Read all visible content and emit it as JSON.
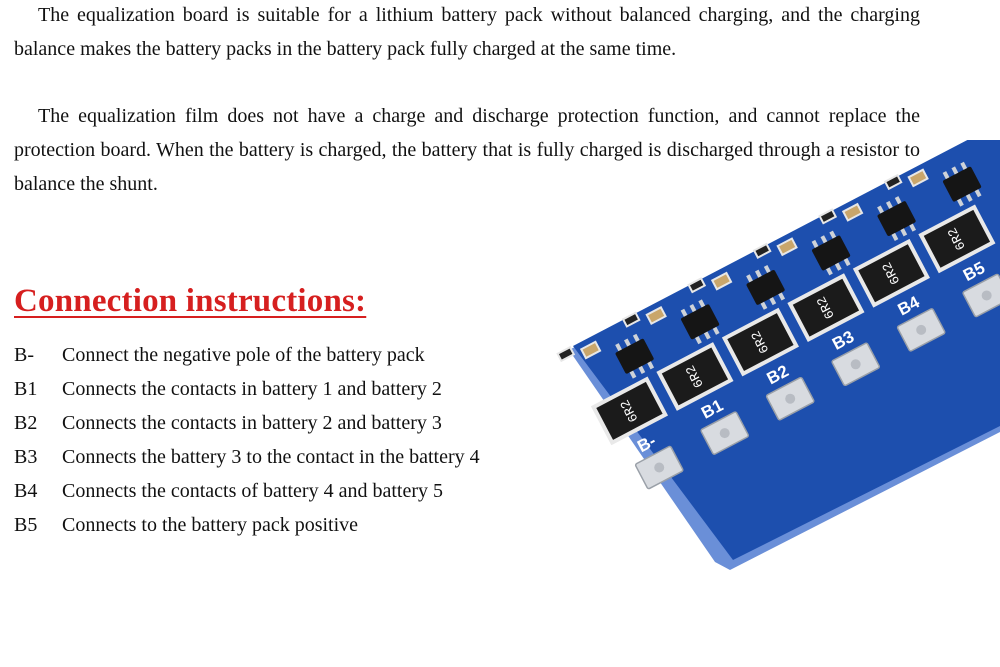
{
  "paragraphs": [
    "The equalization board is suitable for a lithium battery pack without balanced charging, and the charging balance makes the battery packs in the battery pack fully charged at the same time.",
    "The equalization film does not have a charge and discharge protection function, and cannot replace the protection board. When the battery is charged, the battery that is fully charged is discharged through a resistor to balance the shunt."
  ],
  "heading": "Connection instructions:",
  "instructions": [
    {
      "pin": "B-",
      "text": "Connect the negative pole of the battery pack"
    },
    {
      "pin": "B1",
      "text": "Connects the contacts in battery 1 and battery 2"
    },
    {
      "pin": "B2",
      "text": "Connects the contacts in battery 2 and battery 3"
    },
    {
      "pin": "B3",
      "text": "Connects the battery 3 to the contact in the battery 4"
    },
    {
      "pin": "B4",
      "text": "Connects the contacts of battery 4 and battery 5"
    },
    {
      "pin": "B5",
      "text": "Connects to the battery pack positive"
    }
  ],
  "board": {
    "pad_labels": [
      "B-",
      "B1",
      "B2",
      "B3",
      "B4",
      "B5"
    ],
    "resistor_marking": "6R2",
    "colors": {
      "pcb": "#1d4fae",
      "pcb_edge": "#6a8fd8",
      "silkscreen": "#ffffff",
      "pad": "#d8dbe0"
    }
  }
}
